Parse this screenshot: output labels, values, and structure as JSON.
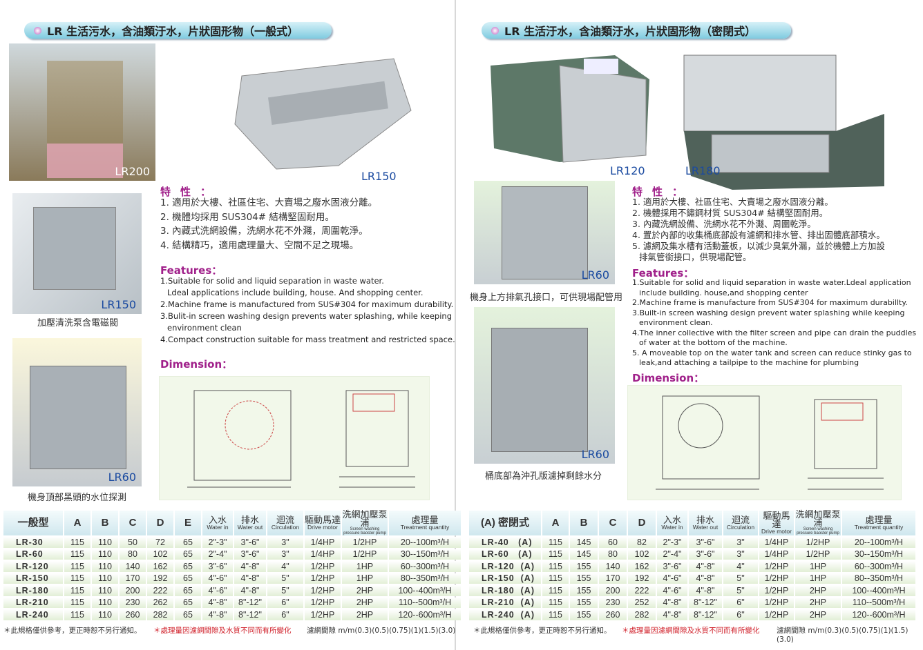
{
  "left": {
    "title": "LR 生活污水，含油類汙水，片狀固形物（一般式）",
    "photos": {
      "lr200": "LR200",
      "lr150_top": "LR150",
      "lr150_side": "LR150",
      "lr60": "LR60"
    },
    "captions": {
      "lr150_side": "加壓清洗泵含電磁閥",
      "lr60": "機身頂部黑頭的水位探測"
    },
    "features_zh_title": "特性：",
    "features_zh": [
      "1. 適用於大樓、社區住宅、大賣場之廢水固液分離。",
      "2. 機體均採用 SUS304# 結構堅固耐用。",
      "3. 內藏式洗網設備，洗網水花不外濺，周圍乾淨。",
      "4. 結構精巧，適用處理量大、空間不足之現場。"
    ],
    "features_en_title": "Features：",
    "features_en": [
      [
        "1.Suitable for solid and liquid separation in waste water.",
        "Ldeal applications include building, house. And shopping center."
      ],
      [
        "2.Machine frame is manufactured from SUS#304 for maximum durability."
      ],
      [
        "3.Bulit-in screen washing design prevents water splashing, while keeping",
        "environment clean"
      ],
      [
        "4.Compact construction suitable for mass treatment and restricted space."
      ]
    ],
    "dimension_title": "Dimension：",
    "table": {
      "headers": [
        {
          "zh": "一般型"
        },
        {
          "zh": "A"
        },
        {
          "zh": "B"
        },
        {
          "zh": "C"
        },
        {
          "zh": "D"
        },
        {
          "zh": "E"
        },
        {
          "zh": "入水",
          "en": "Water in"
        },
        {
          "zh": "排水",
          "en": "Water out"
        },
        {
          "zh": "迴流",
          "en": "Circulation"
        },
        {
          "zh": "驅動馬達",
          "en": "Drive motor"
        },
        {
          "zh": "洗網加壓泵浦",
          "en": "Screen washing pressure baoster pump"
        },
        {
          "zh": "處理量",
          "en": "Treatment quantity"
        }
      ],
      "rows": [
        [
          "LR-30",
          "115",
          "110",
          "50",
          "72",
          "65",
          "2\"-3\"",
          "3\"-6\"",
          "3\"",
          "1/4HP",
          "1/2HP",
          "20--100m³/H"
        ],
        [
          "LR-60",
          "115",
          "110",
          "80",
          "102",
          "65",
          "2\"-4\"",
          "3\"-6\"",
          "3\"",
          "1/4HP",
          "1/2HP",
          "30--150m³/H"
        ],
        [
          "LR-120",
          "115",
          "110",
          "140",
          "162",
          "65",
          "3\"-6\"",
          "4\"-8\"",
          "4\"",
          "1/2HP",
          "1HP",
          "60--300m³/H"
        ],
        [
          "LR-150",
          "115",
          "110",
          "170",
          "192",
          "65",
          "4\"-6\"",
          "4\"-8\"",
          "5\"",
          "1/2HP",
          "1HP",
          "80--350m³/H"
        ],
        [
          "LR-180",
          "115",
          "110",
          "200",
          "222",
          "65",
          "4\"-6\"",
          "4\"-8\"",
          "5\"",
          "1/2HP",
          "2HP",
          "100--400m³/H"
        ],
        [
          "LR-210",
          "115",
          "110",
          "230",
          "262",
          "65",
          "4\"-8\"",
          "8\"-12\"",
          "6\"",
          "1/2HP",
          "2HP",
          "110--500m³/H"
        ],
        [
          "LR-240",
          "115",
          "110",
          "260",
          "282",
          "65",
          "4\"-8\"",
          "8\"-12\"",
          "6\"",
          "1/2HP",
          "2HP",
          "120--600m³/H"
        ]
      ]
    },
    "notes": [
      "＊此規格僅供參考，更正時恕不另行通知。",
      "＊處理量因濾網間隙及水質不同而有所變化",
      "濾網間隙 m/m(0.3)(0.5)(0.75)(1)(1.5)(3.0)"
    ]
  },
  "right": {
    "title": "LR 生活汙水，含油類汙水，片狀固形物（密閉式）",
    "photos": {
      "lr120": "LR120",
      "lr180": "LR180",
      "lr60_a": "LR60",
      "lr60_b": "LR60"
    },
    "captions": {
      "lr60_a": "機身上方排氣孔接口，可供現場配管用",
      "lr60_b": "桶底部為沖孔版濾掉剩餘水分"
    },
    "features_zh_title": "特性：",
    "features_zh": [
      [
        "1. 適用於大樓、社區住宅、大賣場之廢水固液分離。"
      ],
      [
        "2. 機體採用不鏽鋼材質 SUS304# 結構堅固耐用。"
      ],
      [
        "3. 內藏洗網設備、洗網水花不外濺、周圍乾淨。"
      ],
      [
        "4. 置於內部的收集桶底部設有濾網和排水管、排出固體底部積水。"
      ],
      [
        "5. 濾網及集水槽有活動蓋板，以減少臭氣外漏，並於機體上方加設",
        "排氣管銜接口，供現場配管。"
      ]
    ],
    "features_en_title": "Features：",
    "features_en": [
      [
        "1.Suitable for solid and liquid separation in waste water.Ldeal application",
        "include building. house,and shopping center"
      ],
      [
        "2.Machine frame is manufacture from SUS#304 for maximum durabillty."
      ],
      [
        "3.Built-in screen washing design prevent water splashing while keeping",
        "environment clean."
      ],
      [
        "4.The inner collective with the filter screen and pipe can drain the  puddles",
        "of water at the bottom of the machine."
      ],
      [
        "5. A moveable top on the water tank and screen can reduce stinky gas to",
        "leak,and attaching a tailpipe to the machine for plumbing"
      ]
    ],
    "dimension_title": "Dimension：",
    "table": {
      "headers": [
        {
          "zh": "(A) 密閉式"
        },
        {
          "zh": "A"
        },
        {
          "zh": "B"
        },
        {
          "zh": "C"
        },
        {
          "zh": "D"
        },
        {
          "zh": "入水",
          "en": "Water in"
        },
        {
          "zh": "排水",
          "en": "Water out"
        },
        {
          "zh": "迴流",
          "en": "Circulation"
        },
        {
          "zh": "驅動馬達",
          "en": "Drive motor"
        },
        {
          "zh": "洗網加壓泵浦",
          "en": "Screen washing pressure baoster pump"
        },
        {
          "zh": "處理量",
          "en": "Treatment quantity"
        }
      ],
      "rows": [
        [
          "LR-40   (A)",
          "115",
          "145",
          "60",
          "82",
          "2\"-3\"",
          "3\"-6\"",
          "3\"",
          "1/4HP",
          "1/2HP",
          "20--100m³/H"
        ],
        [
          "LR-60   (A)",
          "115",
          "145",
          "80",
          "102",
          "2\"-4\"",
          "3\"-6\"",
          "3\"",
          "1/4HP",
          "1/2HP",
          "30--150m³/H"
        ],
        [
          "LR-120  (A)",
          "115",
          "155",
          "140",
          "162",
          "3\"-6\"",
          "4\"-8\"",
          "4\"",
          "1/2HP",
          "1HP",
          "60--300m³/H"
        ],
        [
          "LR-150  (A)",
          "115",
          "155",
          "170",
          "192",
          "4\"-6\"",
          "4\"-8\"",
          "5\"",
          "1/2HP",
          "1HP",
          "80--350m³/H"
        ],
        [
          "LR-180  (A)",
          "115",
          "155",
          "200",
          "222",
          "4\"-6\"",
          "4\"-8\"",
          "5\"",
          "1/2HP",
          "2HP",
          "100--400m³/H"
        ],
        [
          "LR-210  (A)",
          "115",
          "155",
          "230",
          "252",
          "4\"-8\"",
          "8\"-12\"",
          "6\"",
          "1/2HP",
          "2HP",
          "110--500m³/H"
        ],
        [
          "LR-240  (A)",
          "115",
          "155",
          "260",
          "282",
          "4\"-8\"",
          "8\"-12\"",
          "6\"",
          "1/2HP",
          "2HP",
          "120--600m³/H"
        ]
      ]
    },
    "notes": [
      "＊此規格僅供參考，更正時恕不另行通知。",
      "＊處理量因濾網間隙及水質不同而有所變化",
      "濾網間隙 m/m(0.3)(0.5)(0.75)(1)(1.5)(3.0)"
    ]
  }
}
